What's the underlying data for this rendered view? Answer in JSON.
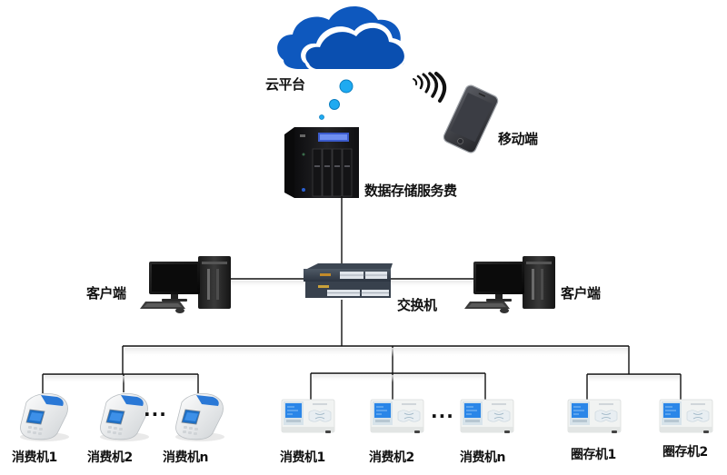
{
  "diagram": {
    "type": "network-topology",
    "colors": {
      "line": "#111111",
      "cloud": "#0a4fb0",
      "cloud_back": "#0e58be",
      "bubble": "#1eaaf1",
      "bubble_outline": "#0b7ec0",
      "device_dark": "#1c1c1e",
      "terminal_body": "#eef0ef",
      "terminal_screen": "#2a86e8",
      "handheld_screen": "#1f6fc4"
    },
    "nodes": {
      "cloud": {
        "label": "云平台",
        "icon": "cloud-icon"
      },
      "mobile": {
        "label": "移动端",
        "icon": "smartphone-icon"
      },
      "server": {
        "label": "数据存储服务费",
        "icon": "nas-server-icon"
      },
      "switch": {
        "label": "交换机",
        "icon": "network-switch-icon"
      },
      "client_left": {
        "label": "客户端",
        "icon": "desktop-computer-icon"
      },
      "client_right": {
        "label": "客户端",
        "icon": "desktop-computer-icon"
      }
    },
    "groups": [
      {
        "name": "handheld-consumption-group",
        "icon": "pos-terminal-icon",
        "ellipsis": "···",
        "devices": [
          {
            "label": "消费机1"
          },
          {
            "label": "消费机2"
          },
          {
            "label": "消费机n"
          }
        ]
      },
      {
        "name": "wall-consumption-group",
        "icon": "card-terminal-icon",
        "ellipsis": "···",
        "devices": [
          {
            "label": "消费机1"
          },
          {
            "label": "消费机2"
          },
          {
            "label": "消费机n"
          }
        ]
      },
      {
        "name": "top-up-group",
        "icon": "card-terminal-icon",
        "ellipsis": "",
        "devices": [
          {
            "label": "圈存机1"
          },
          {
            "label": "圈存机2"
          }
        ]
      }
    ],
    "connections": [
      {
        "from": "cloud",
        "to": "server",
        "style": "wireless-bubbles"
      },
      {
        "from": "cloud",
        "to": "mobile",
        "style": "wireless-signal"
      },
      {
        "from": "server",
        "to": "switch",
        "style": "wire"
      },
      {
        "from": "client_left",
        "to": "switch",
        "style": "wire"
      },
      {
        "from": "client_right",
        "to": "switch",
        "style": "wire"
      },
      {
        "from": "switch",
        "to": "handheld-consumption-group",
        "style": "wire"
      },
      {
        "from": "switch",
        "to": "wall-consumption-group",
        "style": "wire"
      },
      {
        "from": "switch",
        "to": "top-up-group",
        "style": "wire"
      }
    ]
  }
}
